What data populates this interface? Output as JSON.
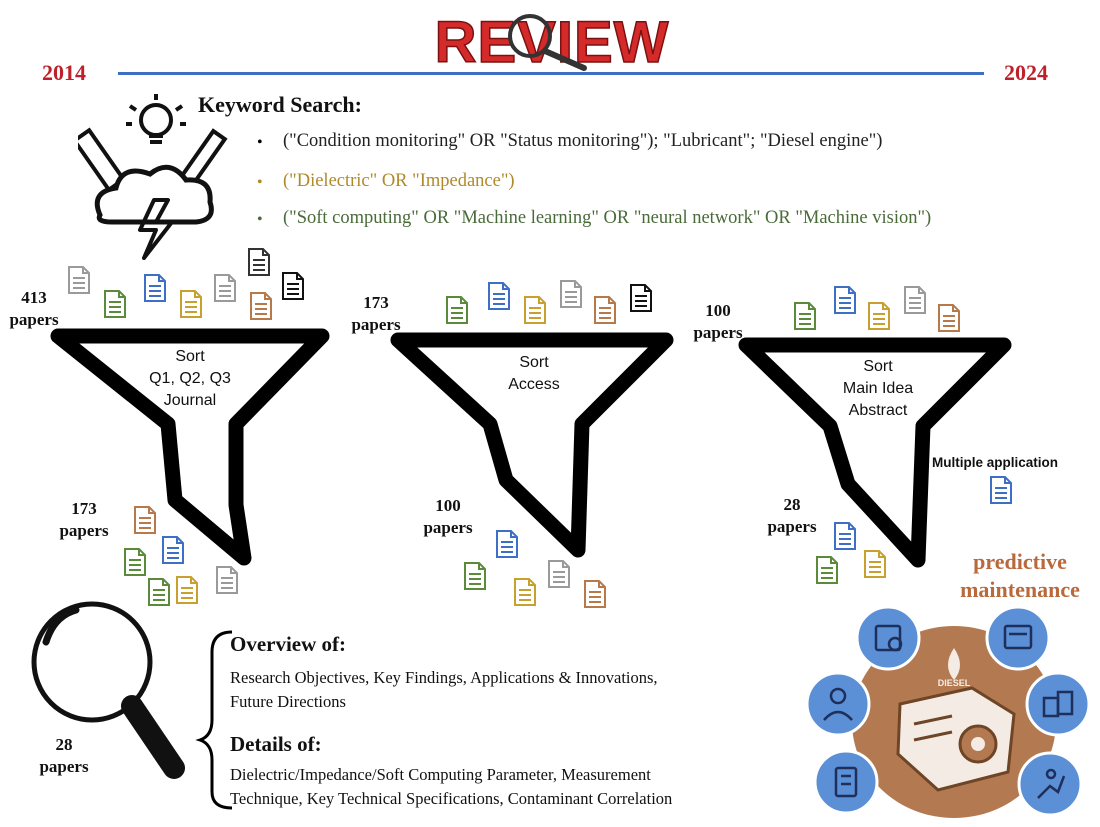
{
  "title": "REVIEW",
  "timeline": {
    "start_year": "2014",
    "end_year": "2024"
  },
  "keyword_search": {
    "heading": "Keyword Search:",
    "bullet": "•",
    "items": [
      {
        "text": "(\"Condition monitoring\" OR \"Status monitoring\"); \"Lubricant\"; \"Diesel engine\")",
        "color": "#222222"
      },
      {
        "text": "(\"Dielectric\" OR \"Impedance\")",
        "color": "#b08a2a"
      },
      {
        "text": "(\"Soft computing\" OR \"Machine learning\" OR \"neural network\" OR \"Machine vision\")",
        "color": "#4a6a3a"
      }
    ]
  },
  "funnels": [
    {
      "input_count": "413",
      "input_unit": "papers",
      "label_lines": [
        "Sort",
        "Q1, Q2, Q3",
        "Journal"
      ],
      "output_count": "173",
      "output_unit": "papers"
    },
    {
      "input_count": "173",
      "input_unit": "papers",
      "label_lines": [
        "Sort",
        "Access"
      ],
      "output_count": "100",
      "output_unit": "papers"
    },
    {
      "input_count": "100",
      "input_unit": "papers",
      "label_lines": [
        "Sort",
        "Main Idea",
        "Abstract"
      ],
      "output_count": "28",
      "output_unit": "papers",
      "side_label": "Multiple application"
    }
  ],
  "overview": {
    "count": "28",
    "unit": "papers",
    "overview_heading": "Overview of:",
    "overview_text_1": "Research Objectives, Key Findings, Applications & Innovations,",
    "overview_text_2": "Future Directions",
    "details_heading": "Details of:",
    "details_text_1": "Dielectric/Impedance/Soft Computing  Parameter, Measurement",
    "details_text_2": "Technique, Key Technical Specifications, Contaminant Correlation"
  },
  "predictive": {
    "title_1": "predictive",
    "title_2": "maintenance",
    "engine_label": "DIESEL"
  },
  "colors": {
    "title_red": "#d42a2a",
    "year_red": "#c0202a",
    "timeline_blue": "#3d6fc4",
    "pm_brown": "#b86a3c",
    "pm_blue": "#5b8fd6"
  },
  "icons": [
    "lightbulb-icon",
    "ruler-icon",
    "pencil-icon",
    "cloud-icon",
    "lightning-icon",
    "document-icon",
    "magnifier-icon",
    "engine-icon"
  ]
}
